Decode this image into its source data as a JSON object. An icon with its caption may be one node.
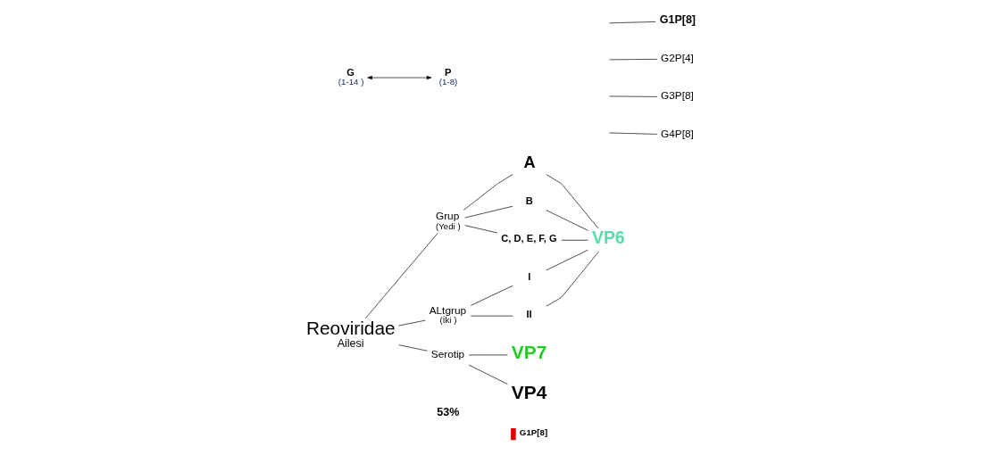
{
  "diagram": {
    "nodes": [
      {
        "text": [
          "Reoviridae",
          "Ailesi"
        ]
      },
      {
        "text": [
          "Grup",
          "(Yedi )"
        ]
      },
      {
        "text": [
          "ALtgrup",
          "(İki )"
        ]
      },
      {
        "text": [
          "Serotip"
        ]
      },
      {
        "text": [
          "A"
        ]
      },
      {
        "text": [
          "B"
        ]
      },
      {
        "text": [
          "C, D, E, F, G"
        ]
      },
      {
        "text": [
          "I"
        ]
      },
      {
        "text": [
          "II"
        ]
      },
      {
        "text": [
          "VP6"
        ]
      },
      {
        "text": [
          "VP7"
        ]
      },
      {
        "text": [
          "VP4"
        ]
      },
      {
        "text": [
          "G",
          "(1-14 )"
        ]
      },
      {
        "text": [
          "P",
          "(1-8)"
        ]
      },
      {
        "text": [
          "G1P[8]"
        ]
      },
      {
        "text": [
          "G2P[4]"
        ]
      },
      {
        "text": [
          "G3P[8]"
        ]
      },
      {
        "text": [
          "G4P[8]"
        ]
      }
    ],
    "edges": [
      {
        "from": 0,
        "to": 1,
        "arrow": "none"
      },
      {
        "from": 0,
        "to": 2,
        "arrow": "none"
      },
      {
        "from": 0,
        "to": 3,
        "arrow": "none"
      },
      {
        "from": 1,
        "to": 4,
        "arrow": "none"
      },
      {
        "from": 1,
        "to": 5,
        "arrow": "none"
      },
      {
        "from": 1,
        "to": 6,
        "arrow": "none"
      },
      {
        "from": 2,
        "to": 7,
        "arrow": "none"
      },
      {
        "from": 2,
        "to": 8,
        "arrow": "none"
      },
      {
        "from": 4,
        "to": 9,
        "arrow": "none"
      },
      {
        "from": 5,
        "to": 9,
        "arrow": "none"
      },
      {
        "from": 6,
        "to": 9,
        "arrow": "none"
      },
      {
        "from": 7,
        "to": 9,
        "arrow": "none"
      },
      {
        "from": 8,
        "to": 9,
        "arrow": "none"
      },
      {
        "from": 3,
        "to": 10,
        "arrow": "none"
      },
      {
        "from": 3,
        "to": 11,
        "arrow": "none"
      },
      {
        "from": 12,
        "to": 13,
        "arrow": "both"
      },
      {
        "from": null,
        "to": 14,
        "arrow": "none"
      },
      {
        "from": null,
        "to": 15,
        "arrow": "none"
      },
      {
        "from": null,
        "to": 16,
        "arrow": "none"
      },
      {
        "from": null,
        "to": 17,
        "arrow": "none"
      }
    ],
    "labels": [
      "53%"
    ],
    "legend": [
      {
        "text": "G1P[8]",
        "color": "#dd0000"
      }
    ]
  }
}
